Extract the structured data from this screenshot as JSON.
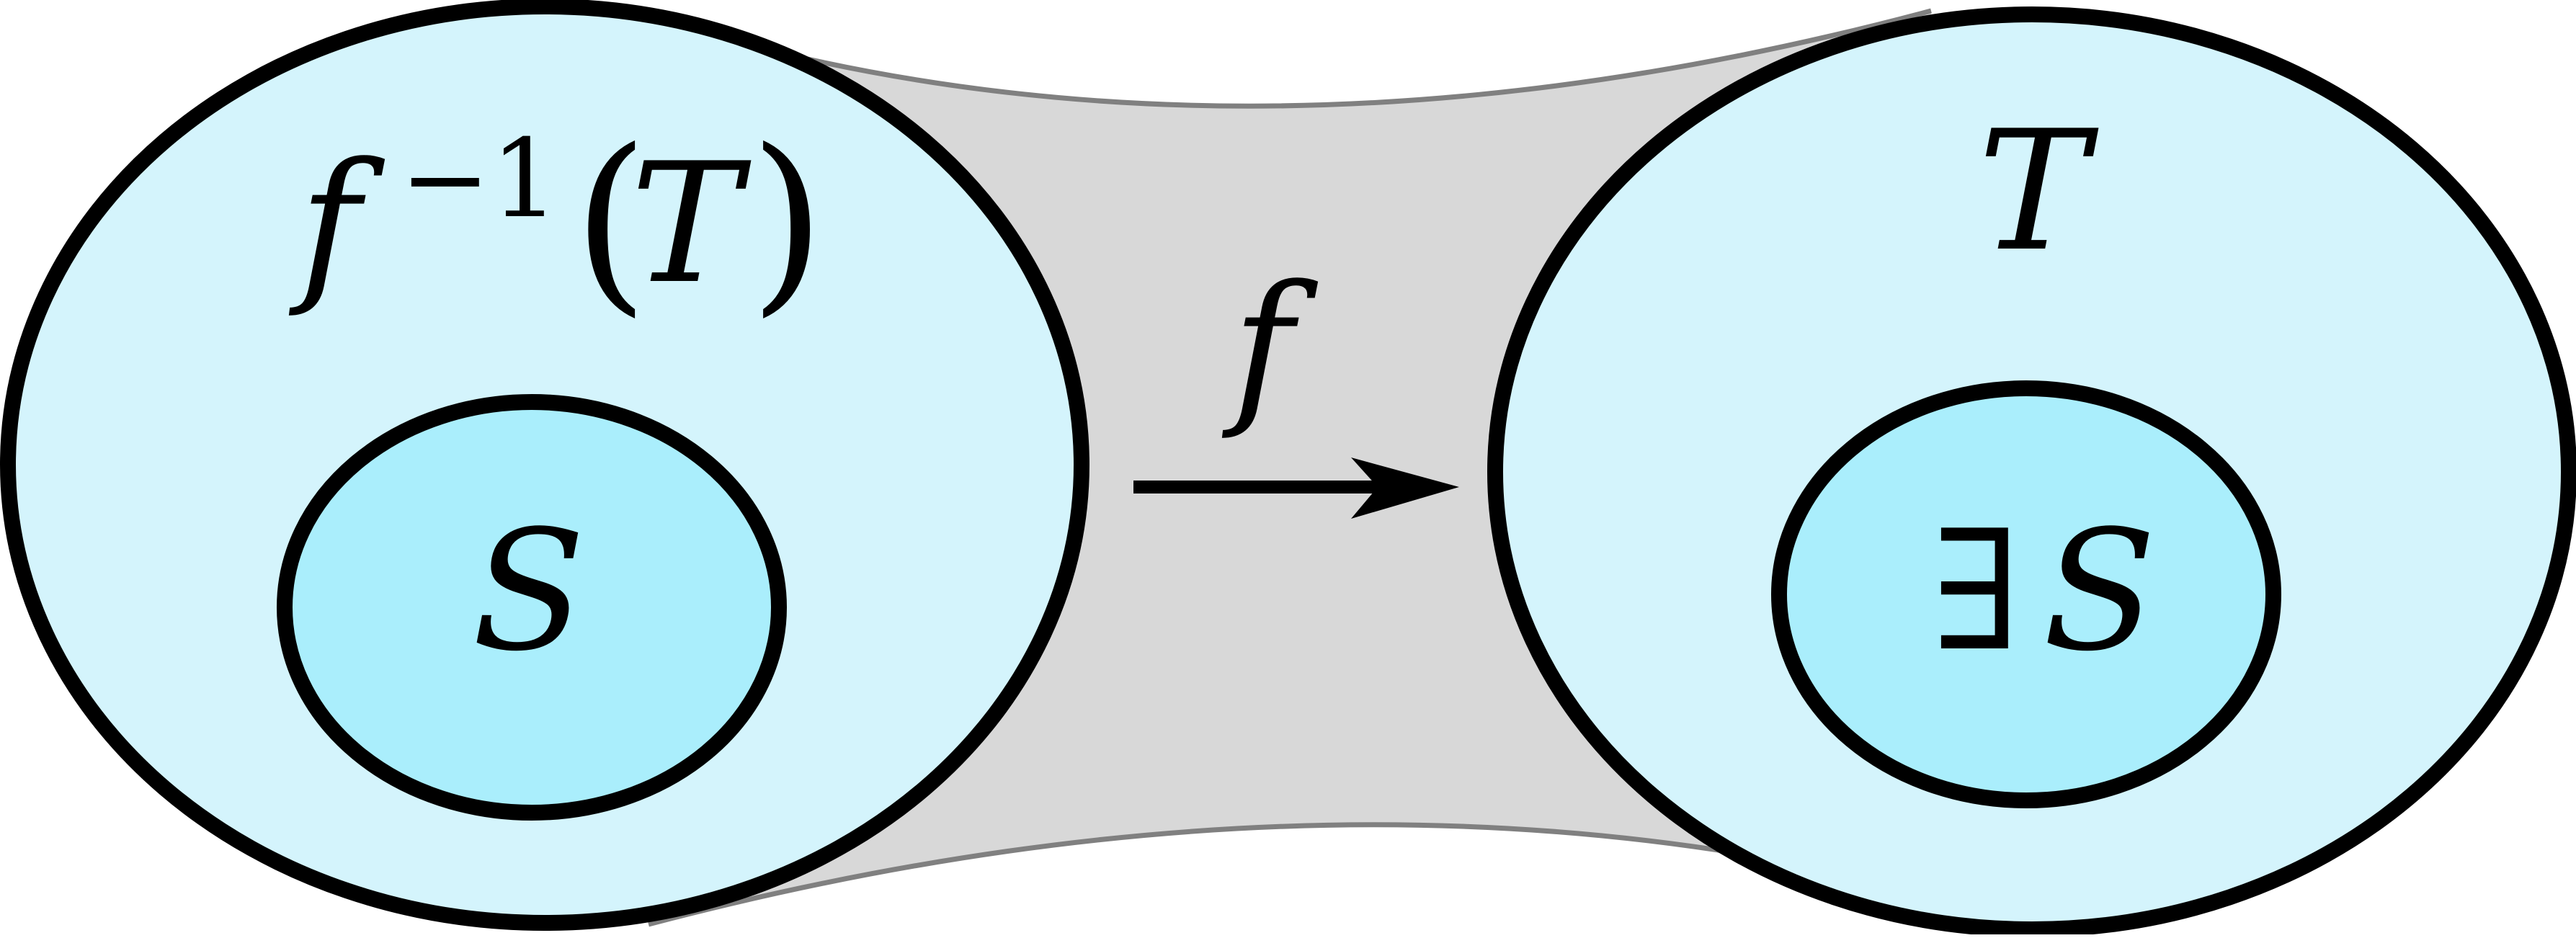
{
  "diagram": {
    "left_set": {
      "label_func": "f",
      "label_exp": "−1",
      "label_open": "(",
      "label_arg": "T",
      "label_close": ")",
      "inner_label": "S"
    },
    "map": {
      "label": "f"
    },
    "right_set": {
      "label": "T",
      "inner_exists": "∃",
      "inner_label": "S"
    },
    "colors": {
      "outer_fill": "#d4f4fc",
      "inner_fill": "#aaeefc",
      "band_fill": "#d8d8d8",
      "band_edge": "#808080",
      "stroke": "#000000"
    }
  }
}
